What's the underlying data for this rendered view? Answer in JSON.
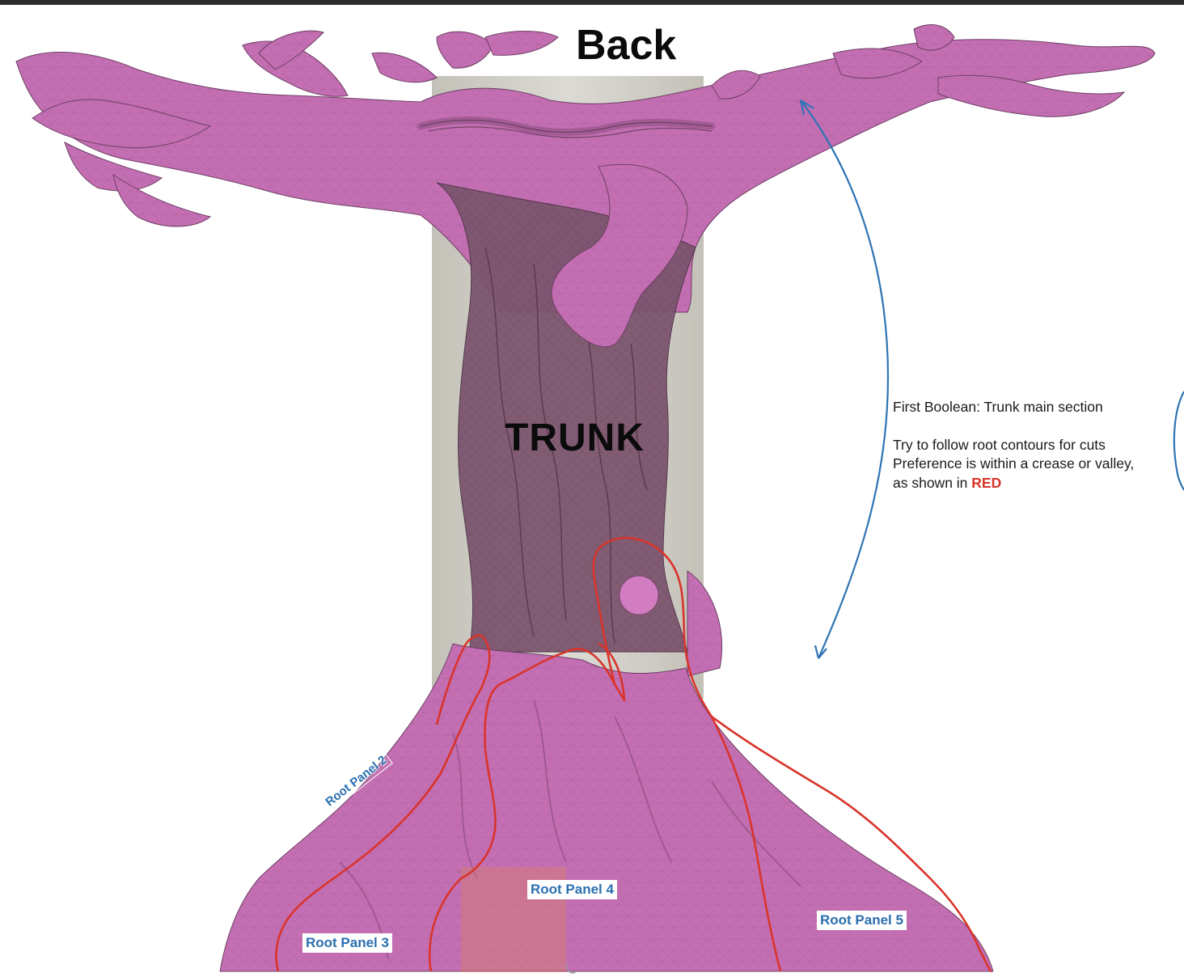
{
  "title": "Back",
  "trunk_label": "TRUNK",
  "panels": {
    "p2": "Root Panel 2",
    "p3": "Root Panel 3",
    "p4": "Root Panel 4",
    "p5": "Root Panel 5"
  },
  "note": {
    "line1": "First Boolean: Trunk main section",
    "line2": "Try to follow root contours for cuts",
    "line3": "Preference is within a crease or valley,",
    "line4_prefix": "as shown in ",
    "line4_highlight": "RED"
  },
  "colors": {
    "mesh_pink": "#c46fb3",
    "mesh_dark": "#7a4a70",
    "cut_line_red": "#d9342b",
    "arrow_blue": "#2f74b5",
    "label_blue": "#2a6fb0",
    "boolean_box": "#c8c6bc"
  }
}
